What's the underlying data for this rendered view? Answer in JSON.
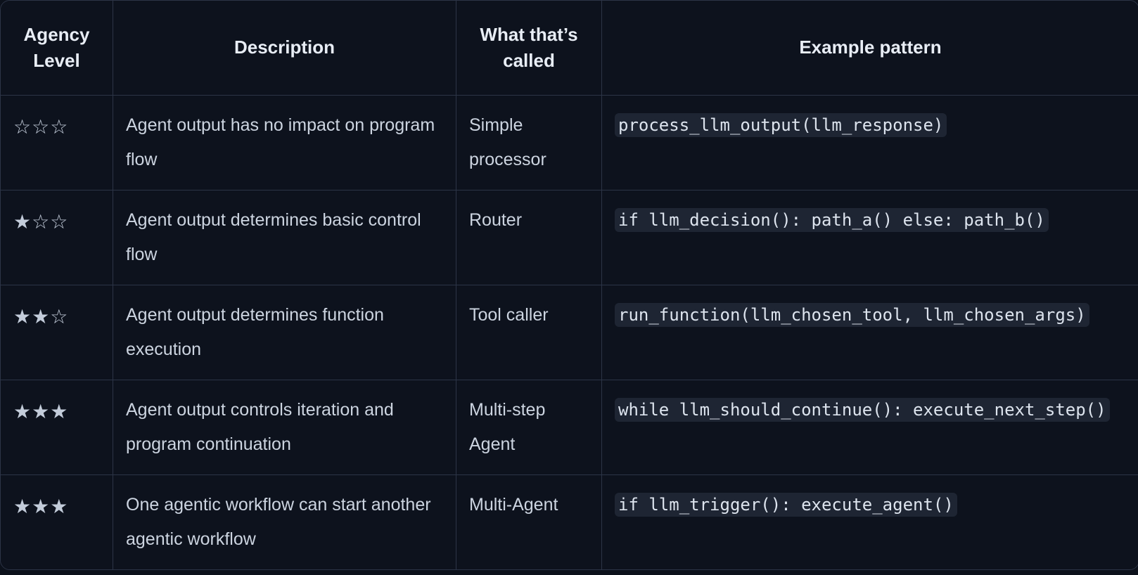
{
  "table": {
    "columns": [
      {
        "key": "agency_level",
        "label": "Agency Level"
      },
      {
        "key": "description",
        "label": "Description"
      },
      {
        "key": "called",
        "label": "What that’s called"
      },
      {
        "key": "example",
        "label": "Example pattern"
      }
    ],
    "rows": [
      {
        "stars": "☆☆☆",
        "filled_stars": 0,
        "total_stars": 3,
        "description": "Agent output has no impact on program flow",
        "called": "Simple processor",
        "example": "process_llm_output(llm_response)"
      },
      {
        "stars": "★☆☆",
        "filled_stars": 1,
        "total_stars": 3,
        "description": "Agent output determines basic control flow",
        "called": "Router",
        "example": "if llm_decision(): path_a() else: path_b()"
      },
      {
        "stars": "★★☆",
        "filled_stars": 2,
        "total_stars": 3,
        "description": "Agent output determines function execution",
        "called": "Tool caller",
        "example": "run_function(llm_chosen_tool, llm_chosen_args)"
      },
      {
        "stars": "★★★",
        "filled_stars": 3,
        "total_stars": 3,
        "description": "Agent output controls iteration and program continuation",
        "called": "Multi-step Agent",
        "example": "while llm_should_continue(): execute_next_step()"
      },
      {
        "stars": "★★★",
        "filled_stars": 3,
        "total_stars": 3,
        "description": "One agentic workflow can start another agentic workflow",
        "called": "Multi-Agent",
        "example": "if llm_trigger(): execute_agent()"
      }
    ]
  },
  "colors": {
    "page_background": "#0c111b",
    "table_background": "#0d121d",
    "border": "#2c3446",
    "header_text": "#e8edf5",
    "body_text": "#ccd4e0",
    "code_text": "#dde4ee",
    "code_background": "#1e2533",
    "star_color": "#c3ccda"
  }
}
